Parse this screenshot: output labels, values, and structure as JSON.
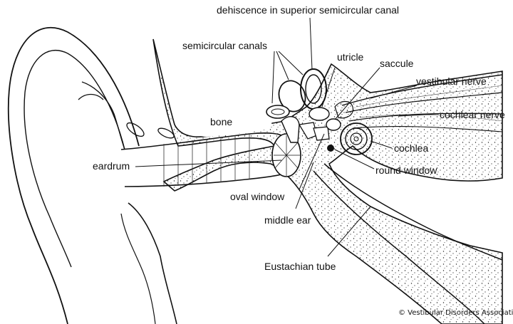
{
  "labels": {
    "dehiscence": "dehiscence in superior semicircular canal",
    "semicircular_canals": "semicircular canals",
    "utricle": "utricle",
    "saccule": "saccule",
    "vestibular_nerve": "vestibular nerve",
    "bone": "bone",
    "cochlear_nerve": "cochlear nerve",
    "cochlea": "cochlea",
    "eardrum": "eardrum",
    "round_window": "round window",
    "oval_window": "oval window",
    "middle_ear": "middle ear",
    "eustachian_tube": "Eustachian tube"
  },
  "copyright": "© Vestibular Disorders Association",
  "colors": {
    "line": "#111111",
    "background": "#ffffff"
  }
}
